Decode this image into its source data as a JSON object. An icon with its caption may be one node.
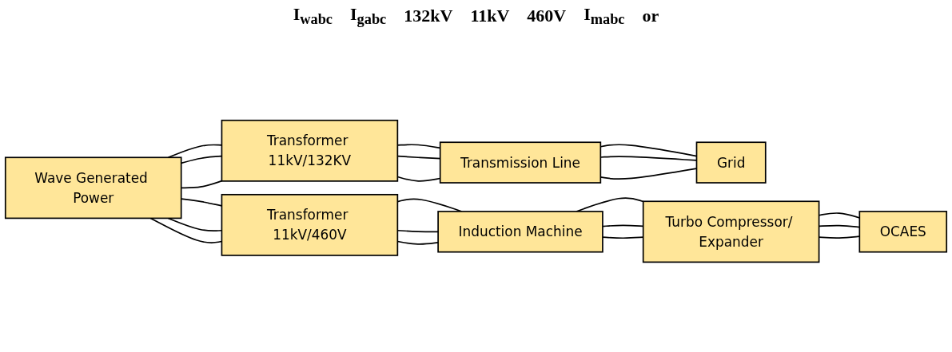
{
  "diagram": {
    "nodes": [
      {
        "text": [
          "Wave Generated Power"
        ]
      },
      {
        "text": [
          "Transformer 11kV/132KV"
        ]
      },
      {
        "text": [
          "Transmission Line"
        ]
      },
      {
        "text": [
          "Grid"
        ]
      },
      {
        "text": [
          "Transformer 11kV/460V"
        ]
      },
      {
        "text": [
          "Induction Machine"
        ]
      },
      {
        "text": [
          "Turbo Compressor/ Expander"
        ]
      },
      {
        "text": [
          "OCAES"
        ]
      }
    ],
    "edges": [
      {
        "from": 0,
        "to": 1,
        "arrow": "none"
      },
      {
        "from": 0,
        "to": 1,
        "arrow": "none"
      },
      {
        "from": 0,
        "to": 1,
        "arrow": "none"
      },
      {
        "from": 1,
        "to": 2,
        "arrow": "none"
      },
      {
        "from": 1,
        "to": 2,
        "arrow": "none"
      },
      {
        "from": 1,
        "to": 2,
        "arrow": "none"
      },
      {
        "from": 2,
        "to": 3,
        "arrow": "none"
      },
      {
        "from": 2,
        "to": 3,
        "arrow": "none"
      },
      {
        "from": 2,
        "to": 3,
        "arrow": "none"
      },
      {
        "from": 0,
        "to": 4,
        "arrow": "none"
      },
      {
        "from": 0,
        "to": 4,
        "arrow": "none"
      },
      {
        "from": 0,
        "to": 4,
        "arrow": "none"
      },
      {
        "from": 4,
        "to": 5,
        "arrow": "none"
      },
      {
        "from": 4,
        "to": 5,
        "arrow": "none"
      },
      {
        "from": 4,
        "to": 5,
        "arrow": "none"
      },
      {
        "from": 5,
        "to": 6,
        "arrow": "none"
      },
      {
        "from": 5,
        "to": 6,
        "arrow": "none"
      },
      {
        "from": 5,
        "to": 6,
        "arrow": "none"
      },
      {
        "from": 6,
        "to": 7,
        "arrow": "none"
      },
      {
        "from": 6,
        "to": 7,
        "arrow": "none"
      },
      {
        "from": 6,
        "to": 7,
        "arrow": "none"
      }
    ],
    "labels": [
      "I$_{wabc}$",
      "I$_{gabc}$",
      "132kV",
      "11kV",
      "460V",
      "I$_{mabc}$",
      "or"
    ]
  }
}
